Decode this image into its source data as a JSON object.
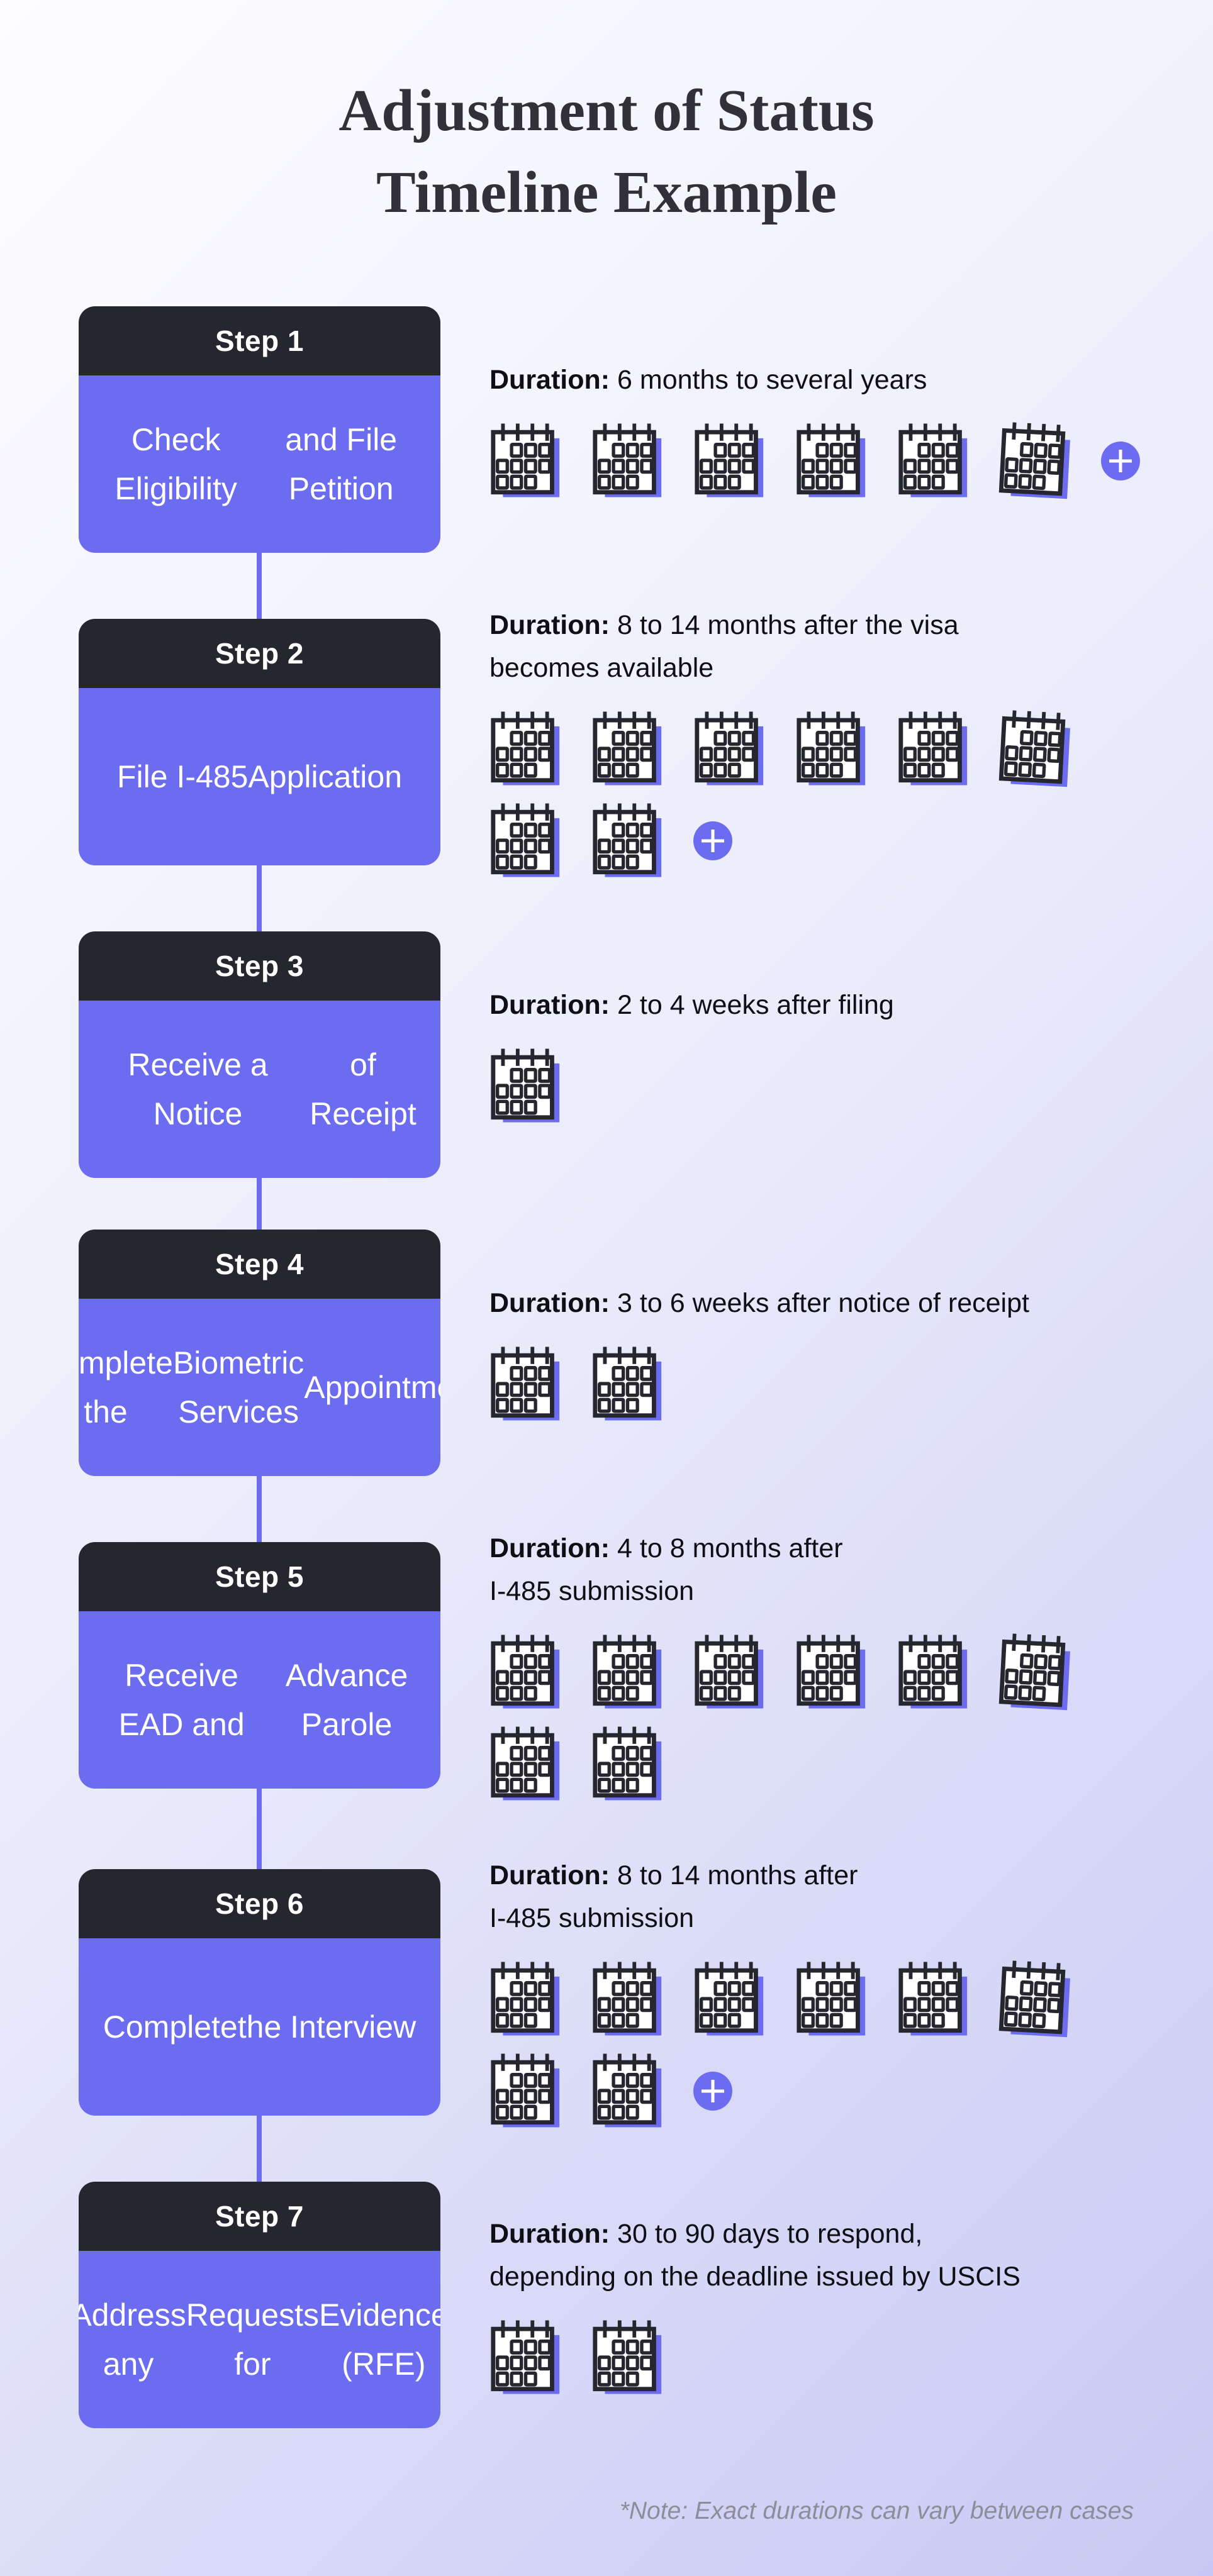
{
  "title": {
    "line1": "Adjustment of Status",
    "line2": "Timeline Example"
  },
  "duration_label": "Duration:",
  "steps": [
    {
      "label": "Step 1",
      "title_lines": [
        "Check Eligibility",
        "and File Petition"
      ],
      "duration_lines": [
        "6 months to several years"
      ],
      "calendar_count": 6,
      "has_plus": true
    },
    {
      "label": "Step 2",
      "title_lines": [
        "File I-485",
        "Application"
      ],
      "duration_lines": [
        "8 to 14 months after the visa",
        "becomes available"
      ],
      "calendar_count": 8,
      "has_plus": true
    },
    {
      "label": "Step 3",
      "title_lines": [
        "Receive a Notice",
        "of Receipt"
      ],
      "duration_lines": [
        "2 to 4 weeks after filing"
      ],
      "calendar_count": 1,
      "has_plus": false
    },
    {
      "label": "Step 4",
      "title_lines": [
        "Complete the",
        "Biometric Services",
        "Appointment"
      ],
      "duration_lines": [
        "3 to 6 weeks after notice of receipt"
      ],
      "calendar_count": 2,
      "has_plus": false
    },
    {
      "label": "Step 5",
      "title_lines": [
        "Receive EAD and",
        "Advance Parole"
      ],
      "duration_lines": [
        "4 to 8 months after",
        "I-485 submission"
      ],
      "calendar_count": 8,
      "has_plus": false
    },
    {
      "label": "Step 6",
      "title_lines": [
        "Complete",
        "the Interview"
      ],
      "duration_lines": [
        "8 to 14 months after",
        "I-485 submission"
      ],
      "calendar_count": 8,
      "has_plus": true
    },
    {
      "label": "Step 7",
      "title_lines": [
        "Address any",
        "Requests for",
        "Evidence (RFE)"
      ],
      "duration_lines": [
        "30 to 90 days to respond,",
        "depending on the deadline issued by USCIS"
      ],
      "calendar_count": 2,
      "has_plus": false
    }
  ],
  "footer_note": "*Note: Exact durations can vary between cases",
  "icons": {
    "calendar": "calendar-icon",
    "plus": "plus-icon"
  },
  "colors": {
    "accent_purple": "#6c6cf0",
    "header_dark": "#26262f",
    "title_text": "#323038",
    "body_text": "#0e0e14",
    "note_text": "#8d8d99"
  }
}
